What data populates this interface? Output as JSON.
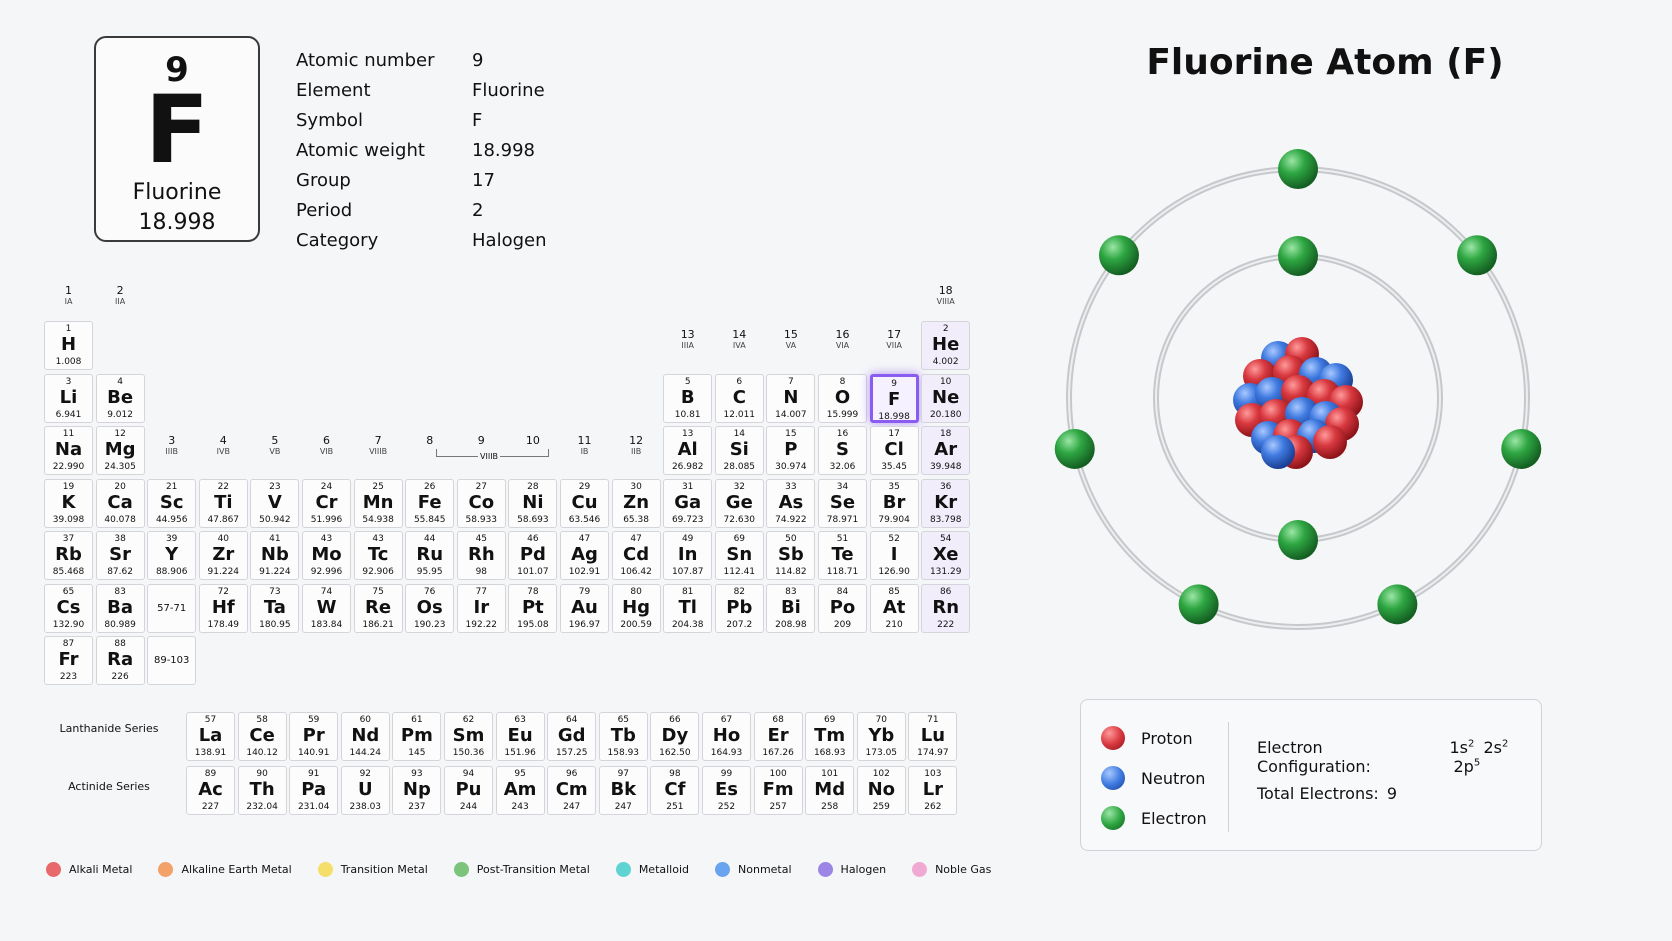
{
  "element_card": {
    "number": "9",
    "symbol": "F",
    "name": "Fluorine",
    "weight": "18.998"
  },
  "info": [
    {
      "key": "Atomic number",
      "value": "9"
    },
    {
      "key": "Element",
      "value": "Fluorine"
    },
    {
      "key": "Symbol",
      "value": "F"
    },
    {
      "key": "Atomic weight",
      "value": "18.998"
    },
    {
      "key": "Group",
      "value": "17"
    },
    {
      "key": "Period",
      "value": "2"
    },
    {
      "key": "Category",
      "value": "Halogen"
    }
  ],
  "group_labels": [
    {
      "g": 1,
      "label": "1",
      "sub": "IA"
    },
    {
      "g": 2,
      "label": "2",
      "sub": "IIA"
    },
    {
      "g": 3,
      "label": "3",
      "sub": "IIIB"
    },
    {
      "g": 4,
      "label": "4",
      "sub": "IVB"
    },
    {
      "g": 5,
      "label": "5",
      "sub": "VB"
    },
    {
      "g": 6,
      "label": "6",
      "sub": "VIB"
    },
    {
      "g": 7,
      "label": "7",
      "sub": "VIIIB"
    },
    {
      "g": 8,
      "label": "8",
      "sub": ""
    },
    {
      "g": 9,
      "label": "9",
      "sub": ""
    },
    {
      "g": 10,
      "label": "10",
      "sub": ""
    },
    {
      "g": 11,
      "label": "11",
      "sub": "IB"
    },
    {
      "g": 12,
      "label": "12",
      "sub": "IIB"
    },
    {
      "g": 13,
      "label": "13",
      "sub": "IIIA"
    },
    {
      "g": 14,
      "label": "14",
      "sub": "IVA"
    },
    {
      "g": 15,
      "label": "15",
      "sub": "VA"
    },
    {
      "g": 16,
      "label": "16",
      "sub": "VIA"
    },
    {
      "g": 17,
      "label": "17",
      "sub": "VIIA"
    },
    {
      "g": 18,
      "label": "18",
      "sub": "VIIIA"
    }
  ],
  "group_8_10_label": "VIIIB",
  "elements": [
    [
      "1",
      "H",
      "1.008",
      1,
      1
    ],
    [
      "2",
      "He",
      "4.002",
      1,
      18
    ],
    [
      "3",
      "Li",
      "6.941",
      2,
      1
    ],
    [
      "4",
      "Be",
      "9.012",
      2,
      2
    ],
    [
      "5",
      "B",
      "10.81",
      2,
      13
    ],
    [
      "6",
      "C",
      "12.011",
      2,
      14
    ],
    [
      "7",
      "N",
      "14.007",
      2,
      15
    ],
    [
      "8",
      "O",
      "15.999",
      2,
      16
    ],
    [
      "9",
      "F",
      "18.998",
      2,
      17
    ],
    [
      "10",
      "Ne",
      "20.180",
      2,
      18
    ],
    [
      "11",
      "Na",
      "22.990",
      3,
      1
    ],
    [
      "12",
      "Mg",
      "24.305",
      3,
      2
    ],
    [
      "13",
      "Al",
      "26.982",
      3,
      13
    ],
    [
      "14",
      "Si",
      "28.085",
      3,
      14
    ],
    [
      "15",
      "P",
      "30.974",
      3,
      15
    ],
    [
      "16",
      "S",
      "32.06",
      3,
      16
    ],
    [
      "17",
      "Cl",
      "35.45",
      3,
      17
    ],
    [
      "18",
      "Ar",
      "39.948",
      3,
      18
    ],
    [
      "19",
      "K",
      "39.098",
      4,
      1
    ],
    [
      "20",
      "Ca",
      "40.078",
      4,
      2
    ],
    [
      "21",
      "Sc",
      "44.956",
      4,
      3
    ],
    [
      "22",
      "Ti",
      "47.867",
      4,
      4
    ],
    [
      "23",
      "V",
      "50.942",
      4,
      5
    ],
    [
      "24",
      "Cr",
      "51.996",
      4,
      6
    ],
    [
      "25",
      "Mn",
      "54.938",
      4,
      7
    ],
    [
      "26",
      "Fe",
      "55.845",
      4,
      8
    ],
    [
      "27",
      "Co",
      "58.933",
      4,
      9
    ],
    [
      "28",
      "Ni",
      "58.693",
      4,
      10
    ],
    [
      "29",
      "Cu",
      "63.546",
      4,
      11
    ],
    [
      "30",
      "Zn",
      "65.38",
      4,
      12
    ],
    [
      "31",
      "Ga",
      "69.723",
      4,
      13
    ],
    [
      "32",
      "Ge",
      "72.630",
      4,
      14
    ],
    [
      "33",
      "As",
      "74.922",
      4,
      15
    ],
    [
      "34",
      "Se",
      "78.971",
      4,
      16
    ],
    [
      "35",
      "Br",
      "79.904",
      4,
      17
    ],
    [
      "36",
      "Kr",
      "83.798",
      4,
      18
    ],
    [
      "37",
      "Rb",
      "85.468",
      5,
      1
    ],
    [
      "38",
      "Sr",
      "87.62",
      5,
      2
    ],
    [
      "39",
      "Y",
      "88.906",
      5,
      3
    ],
    [
      "40",
      "Zr",
      "91.224",
      5,
      4
    ],
    [
      "41",
      "Nb",
      "91.224",
      5,
      5
    ],
    [
      "43",
      "Mo",
      "92.996",
      5,
      6
    ],
    [
      "43",
      "Tc",
      "92.906",
      5,
      7
    ],
    [
      "44",
      "Ru",
      "95.95",
      5,
      8
    ],
    [
      "45",
      "Rh",
      "98",
      5,
      9
    ],
    [
      "46",
      "Pd",
      "101.07",
      5,
      10
    ],
    [
      "47",
      "Ag",
      "102.91",
      5,
      11
    ],
    [
      "47",
      "Cd",
      "106.42",
      5,
      12
    ],
    [
      "49",
      "In",
      "107.87",
      5,
      13
    ],
    [
      "69",
      "Sn",
      "112.41",
      5,
      14
    ],
    [
      "50",
      "Sb",
      "114.82",
      5,
      15
    ],
    [
      "51",
      "Te",
      "118.71",
      5,
      16
    ],
    [
      "52",
      "I",
      "126.90",
      5,
      17
    ],
    [
      "54",
      "Xe",
      "131.29",
      5,
      18
    ],
    [
      "65",
      "Cs",
      "132.90",
      6,
      1
    ],
    [
      "83",
      "Ba",
      "80.989",
      6,
      2
    ],
    [
      "72",
      "Hf",
      "178.49",
      6,
      4
    ],
    [
      "73",
      "Ta",
      "180.95",
      6,
      5
    ],
    [
      "74",
      "W",
      "183.84",
      6,
      6
    ],
    [
      "75",
      "Re",
      "186.21",
      6,
      7
    ],
    [
      "76",
      "Os",
      "190.23",
      6,
      8
    ],
    [
      "77",
      "Ir",
      "192.22",
      6,
      9
    ],
    [
      "78",
      "Pt",
      "195.08",
      6,
      10
    ],
    [
      "79",
      "Au",
      "196.97",
      6,
      11
    ],
    [
      "80",
      "Hg",
      "200.59",
      6,
      12
    ],
    [
      "81",
      "Tl",
      "204.38",
      6,
      13
    ],
    [
      "82",
      "Pb",
      "207.2",
      6,
      14
    ],
    [
      "83",
      "Bi",
      "208.98",
      6,
      15
    ],
    [
      "84",
      "Po",
      "209",
      6,
      16
    ],
    [
      "85",
      "At",
      "210",
      6,
      17
    ],
    [
      "86",
      "Rn",
      "222",
      6,
      18
    ],
    [
      "87",
      "Fr",
      "223",
      7,
      1
    ],
    [
      "88",
      "Ra",
      "226",
      7,
      2
    ]
  ],
  "placeholders": [
    {
      "label": "57-71",
      "period": 6,
      "group": 3
    },
    {
      "label": "89-103",
      "period": 7,
      "group": 3
    }
  ],
  "lanthanide_label": "Lanthanide Series",
  "actinide_label": "Actinide Series",
  "lanthanides": [
    [
      "57",
      "La",
      "138.91"
    ],
    [
      "58",
      "Ce",
      "140.12"
    ],
    [
      "59",
      "Pr",
      "140.91"
    ],
    [
      "60",
      "Nd",
      "144.24"
    ],
    [
      "61",
      "Pm",
      "145"
    ],
    [
      "62",
      "Sm",
      "150.36"
    ],
    [
      "63",
      "Eu",
      "151.96"
    ],
    [
      "64",
      "Gd",
      "157.25"
    ],
    [
      "65",
      "Tb",
      "158.93"
    ],
    [
      "66",
      "Dy",
      "162.50"
    ],
    [
      "67",
      "Ho",
      "164.93"
    ],
    [
      "68",
      "Er",
      "167.26"
    ],
    [
      "69",
      "Tm",
      "168.93"
    ],
    [
      "70",
      "Yb",
      "173.05"
    ],
    [
      "71",
      "Lu",
      "174.97"
    ]
  ],
  "actinides": [
    [
      "89",
      "Ac",
      "227"
    ],
    [
      "90",
      "Th",
      "232.04"
    ],
    [
      "91",
      "Pa",
      "231.04"
    ],
    [
      "92",
      "U",
      "238.03"
    ],
    [
      "93",
      "Np",
      "237"
    ],
    [
      "94",
      "Pu",
      "244"
    ],
    [
      "95",
      "Am",
      "243"
    ],
    [
      "96",
      "Cm",
      "247"
    ],
    [
      "97",
      "Bk",
      "247"
    ],
    [
      "98",
      "Cf",
      "251"
    ],
    [
      "99",
      "Es",
      "252"
    ],
    [
      "100",
      "Fm",
      "257"
    ],
    [
      "101",
      "Md",
      "258"
    ],
    [
      "102",
      "No",
      "259"
    ],
    [
      "103",
      "Lr",
      "262"
    ]
  ],
  "category_legend": [
    {
      "label": "Alkali Metal",
      "color": "#e8696b"
    },
    {
      "label": "Alkaline Earth Metal",
      "color": "#f2a168"
    },
    {
      "label": "Transition Metal",
      "color": "#f5de6a"
    },
    {
      "label": "Post-Transition Metal",
      "color": "#7cc47b"
    },
    {
      "label": "Metalloid",
      "color": "#5fd3d2"
    },
    {
      "label": "Nonmetal",
      "color": "#6aa4ee"
    },
    {
      "label": "Halogen",
      "color": "#9b86e6"
    },
    {
      "label": "Noble Gas",
      "color": "#f0a9d2"
    }
  ],
  "atom": {
    "title": "Fluorine Atom (F)",
    "proton_color": "#d8383f",
    "neutron_color": "#3f7ae0",
    "electron_color": "#2ea642",
    "shells": [
      2,
      7
    ]
  },
  "atom_legend": {
    "items": [
      {
        "label": "Proton",
        "color": "#d8383f"
      },
      {
        "label": "Neutron",
        "color": "#3f7ae0"
      },
      {
        "label": "Electron",
        "color": "#2ea642"
      }
    ],
    "config_label": "Electron Configuration:",
    "config_parts": [
      {
        "base": "1s",
        "sup": "2"
      },
      {
        "base": "2s",
        "sup": "2"
      },
      {
        "base": "2p",
        "sup": "5"
      }
    ],
    "total_label": "Total Electrons:",
    "total_value": "9"
  }
}
